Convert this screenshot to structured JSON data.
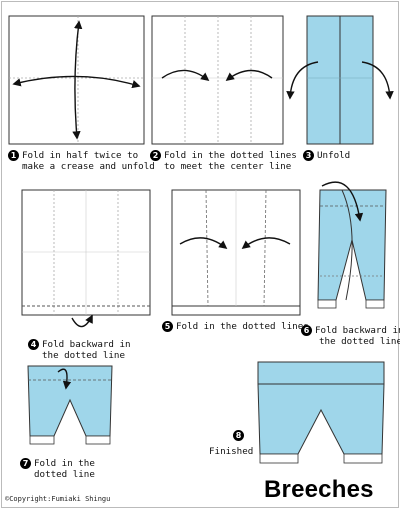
{
  "title": "Breeches",
  "copyright": "©Copyright:Fumiaki Shingu",
  "colors": {
    "paper": "#9fd6ea",
    "outline": "#333333",
    "dots": "#aaaaaa",
    "arrow": "#111111"
  },
  "steps": [
    {
      "number": "1",
      "line1": "Fold in half twice to",
      "line2": "make a crease and unfold"
    },
    {
      "number": "2",
      "line1": "Fold in the dotted lines",
      "line2": "to meet the center line"
    },
    {
      "number": "3",
      "line1": "Unfold",
      "line2": ""
    },
    {
      "number": "4",
      "line1": "Fold backward in",
      "line2": "the dotted line"
    },
    {
      "number": "5",
      "line1": "Fold in the dotted lines",
      "line2": ""
    },
    {
      "number": "6",
      "line1": "Fold backward in",
      "line2": "the dotted line"
    },
    {
      "number": "7",
      "line1": "Fold in the",
      "line2": "dotted line"
    },
    {
      "number": "8",
      "line1": "Finished",
      "line2": ""
    }
  ]
}
